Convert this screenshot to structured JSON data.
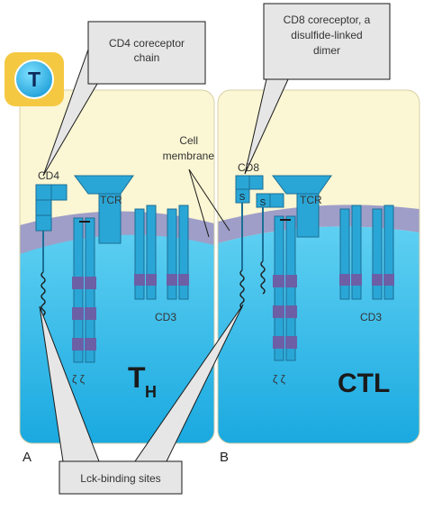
{
  "badge": {
    "letter": "T"
  },
  "callouts": {
    "cd4": [
      "CD4 coreceptor",
      "chain"
    ],
    "cd8": [
      "CD8 coreceptor, a",
      "disulfide-linked",
      "dimer"
    ],
    "lck": "Lck-binding sites"
  },
  "membrane_label": [
    "Cell",
    "membrane"
  ],
  "panel_a": {
    "letter": "A",
    "coreceptor": "CD4",
    "tcr": "TCR",
    "cd3": "CD3",
    "zeta": "ζ ζ",
    "cell_main": "T",
    "cell_sub": "H"
  },
  "panel_b": {
    "letter": "B",
    "coreceptor": "CD8",
    "disulfide": "S",
    "tcr": "TCR",
    "cd3": "CD3",
    "zeta": "ζ ζ",
    "cell": "CTL"
  },
  "colors": {
    "extracellular": "#fbf6d3",
    "membrane": "#9e9ec8",
    "cytoplasm": "#2ebde8",
    "protein": "#2aa6d6",
    "itam": "#6c5fa6",
    "badge": "#f5c842",
    "callout": "#e6e6e6"
  }
}
